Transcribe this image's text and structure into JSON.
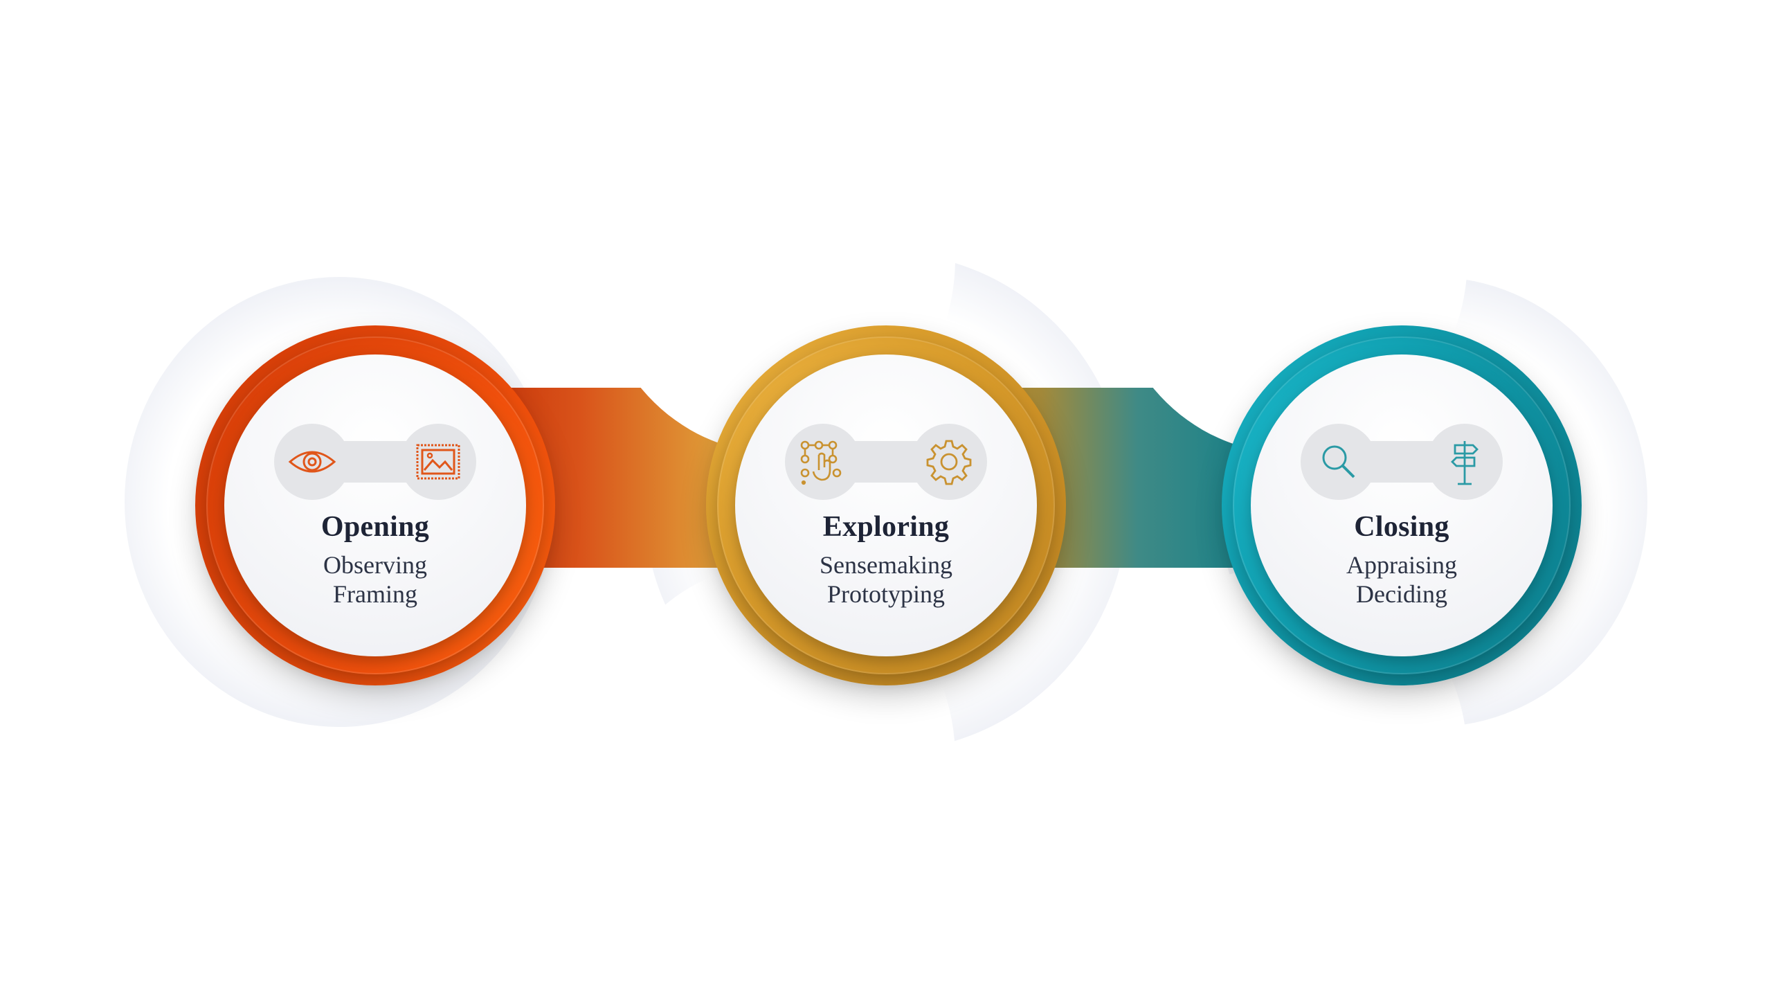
{
  "stages": [
    {
      "title": "Opening",
      "items": [
        "Observing",
        "Framing"
      ],
      "color": "#f0500c",
      "icons": [
        "eye-icon",
        "framed-picture-icon"
      ]
    },
    {
      "title": "Exploring",
      "items": [
        "Sensemaking",
        "Prototyping"
      ],
      "color": "#d79a2a",
      "icons": [
        "touch-network-icon",
        "gear-icon"
      ]
    },
    {
      "title": "Closing",
      "items": [
        "Appraising",
        "Deciding"
      ],
      "color": "#11a1b2",
      "icons": [
        "magnifier-icon",
        "signpost-icon"
      ]
    }
  ]
}
